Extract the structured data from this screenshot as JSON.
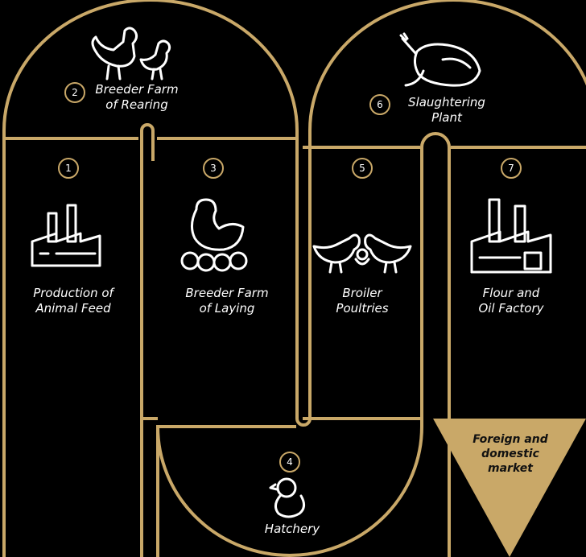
{
  "colors": {
    "background": "#000000",
    "accent": "#c9a868",
    "text": "#ffffff",
    "market_text": "#111111"
  },
  "steps": [
    {
      "number": "1",
      "label_line1": "Production of",
      "label_line2": "Animal Feed",
      "icon": "factory-icon"
    },
    {
      "number": "2",
      "label_line1": "Breeder Farm",
      "label_line2": "of Rearing",
      "icon": "rooster-hen-icon"
    },
    {
      "number": "3",
      "label_line1": "Breeder Farm",
      "label_line2": "of Laying",
      "icon": "hen-eggs-icon"
    },
    {
      "number": "4",
      "label_line1": "Hatchery",
      "icon": "chick-icon"
    },
    {
      "number": "5",
      "label_line1": "Broiler",
      "label_line2": "Poultries",
      "icon": "broiler-chickens-icon"
    },
    {
      "number": "6",
      "label_line1": "Slaughtering",
      "label_line2": "Plant",
      "icon": "roast-chicken-icon"
    },
    {
      "number": "7",
      "label_line1": "Flour and",
      "label_line2": "Oil Factory",
      "icon": "factory-icon"
    }
  ],
  "market": {
    "line1": "Foreign and",
    "line2": "domestic",
    "line3": "market"
  }
}
